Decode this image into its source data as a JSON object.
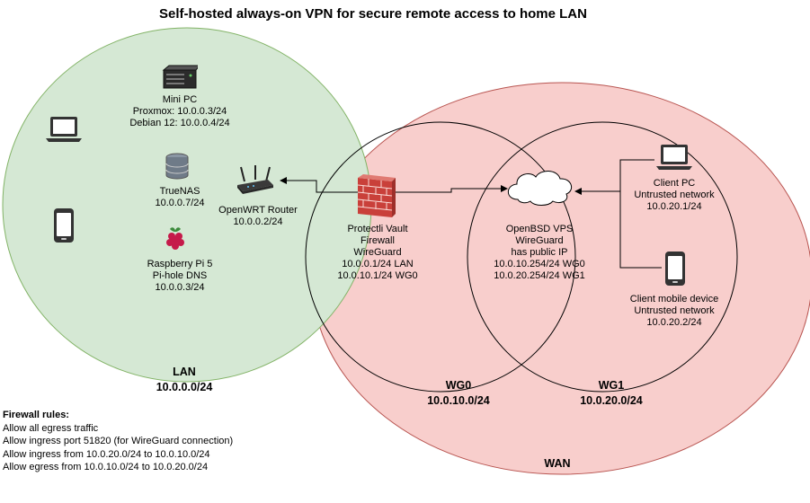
{
  "title": "Self-hosted always-on VPN for secure remote access to home LAN",
  "lan": {
    "mini_pc": [
      "Mini PC",
      "Proxmox: 10.0.0.3/24",
      "Debian 12: 10.0.0.4/24"
    ],
    "truenas": [
      "TrueNAS",
      "10.0.0.7/24"
    ],
    "raspberry_pi": [
      "Raspberry Pi 5",
      "Pi-hole DNS",
      "10.0.0.3/24"
    ],
    "router": [
      "OpenWRT Router",
      "10.0.0.2/24"
    ],
    "zone_name": "LAN",
    "zone_subnet": "10.0.0.0/24"
  },
  "firewall": [
    "Protectli Vault",
    "Firewall",
    "WireGuard",
    "10.0.0.1/24 LAN",
    "10.0.10.1/24 WG0"
  ],
  "vps": [
    "OpenBSD VPS",
    "WireGuard",
    "has public IP",
    "10.0.10.254/24 WG0",
    "10.0.20.254/24 WG1"
  ],
  "client_pc": [
    "Client PC",
    "Untrusted network",
    "10.0.20.1/24"
  ],
  "client_mobile": [
    "Client mobile device",
    "Untrusted network",
    "10.0.20.2/24"
  ],
  "wg0": {
    "name": "WG0",
    "subnet": "10.0.10.0/24"
  },
  "wg1": {
    "name": "WG1",
    "subnet": "10.0.20.0/24"
  },
  "wan": {
    "name": "WAN"
  },
  "rules": {
    "heading": "Firewall rules:",
    "items": [
      "Allow all egress traffic",
      "Allow ingress port 51820 (for WireGuard connection)",
      "Allow ingress from 10.0.20.0/24 to 10.0.10.0/24",
      "Allow egress from 10.0.10.0/24 to 10.0.20.0/24"
    ]
  },
  "colors": {
    "lan_fill": "#d5e8d4",
    "lan_stroke": "#82b366",
    "wan_fill": "#f8cecc",
    "wan_stroke": "#b85450",
    "firewall_brick": "#d9534f"
  }
}
